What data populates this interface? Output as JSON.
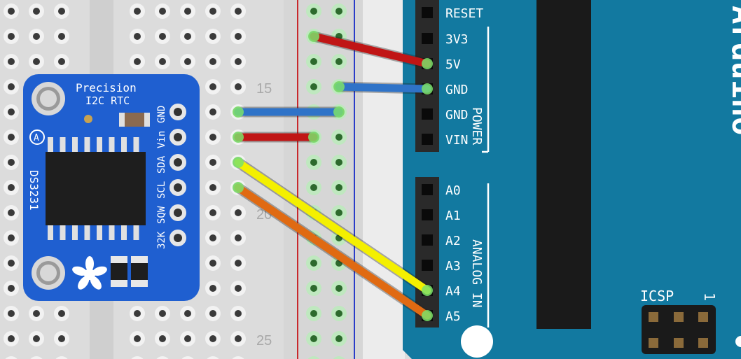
{
  "breadboard": {
    "row_numbers": [
      "15",
      "20",
      "25"
    ]
  },
  "module": {
    "title_line1": "Precision",
    "title_line2": "I2C RTC",
    "chip_name": "DS3231",
    "pins": [
      "GND",
      "Vin",
      "SDA",
      "SCL",
      "SQW",
      "32K"
    ],
    "a_mark": "A"
  },
  "arduino": {
    "brand_fragment": "Arduino",
    "power_pins": [
      "RESET",
      "3V3",
      "5V",
      "GND",
      "GND",
      "VIN"
    ],
    "power_header_label": "POWER",
    "analog_pins": [
      "A0",
      "A1",
      "A2",
      "A3",
      "A4",
      "A5"
    ],
    "analog_header_label": "ANALOG IN",
    "icsp_label": "ICSP",
    "icsp_pin1_mark": "1"
  },
  "wires": [
    {
      "name": "5v-wire",
      "color": "#c01515"
    },
    {
      "name": "gnd-wire-arduino",
      "color": "#2f73c8"
    },
    {
      "name": "gnd-wire-module",
      "color": "#2f73c8"
    },
    {
      "name": "vin-wire-module",
      "color": "#c01515"
    },
    {
      "name": "sda-wire",
      "color": "#f4f000"
    },
    {
      "name": "scl-wire",
      "color": "#e06a12"
    }
  ],
  "colors": {
    "module_blue": "#1f5fd0",
    "arduino_teal": "#1279a0",
    "breadboard": "#dcdcdc"
  }
}
